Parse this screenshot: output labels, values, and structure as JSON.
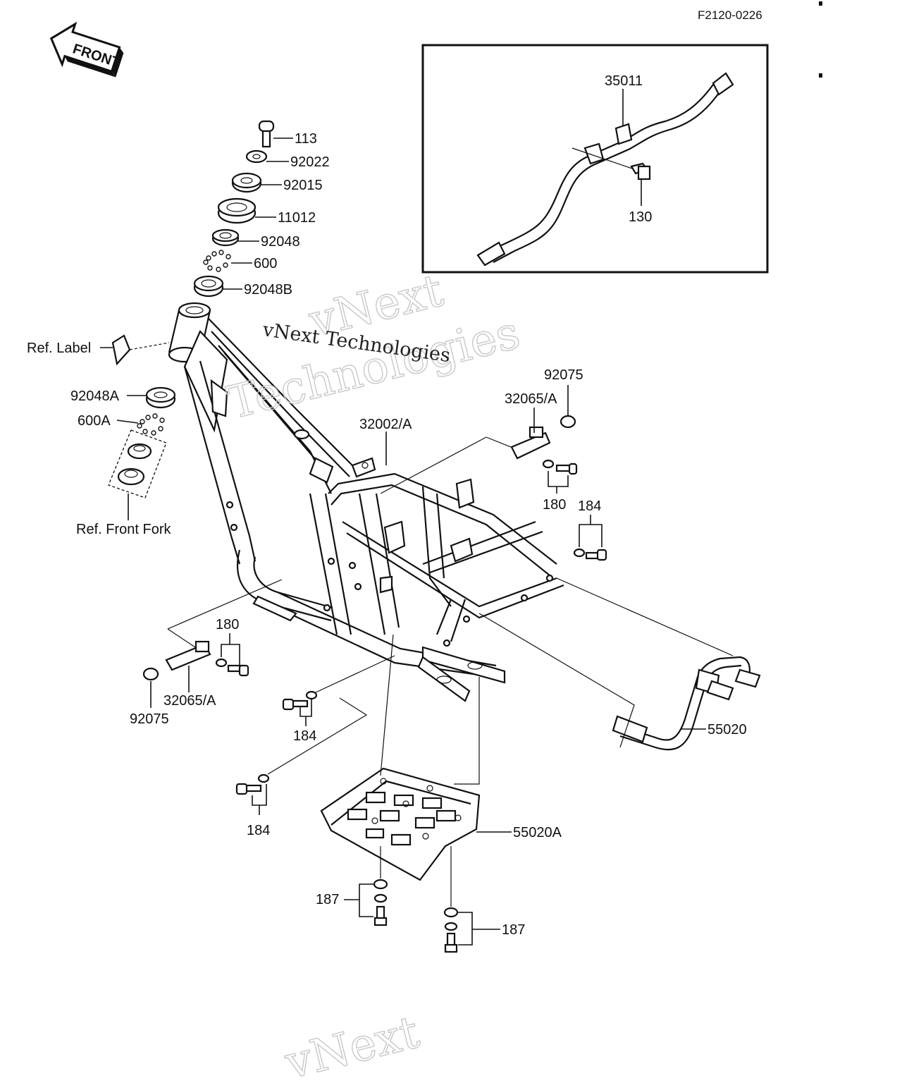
{
  "drawing_code": "F2120-0226",
  "front_arrow": {
    "label": "FRONT",
    "icon": "front-arrow-icon"
  },
  "watermark": {
    "line1": "vNext",
    "line2": "Technologies",
    "overlay": "vNext Technologies"
  },
  "callouts": {
    "p113": "113",
    "p92022": "92022",
    "p92015": "92015",
    "p11012": "11012",
    "p92048": "92048",
    "p600": "600",
    "p92048B": "92048B",
    "ref_label": "Ref. Label",
    "p92048A": "92048A",
    "p600A": "600A",
    "ref_front_fork": "Ref. Front Fork",
    "p35011": "35011",
    "p130": "130",
    "p92075_top": "92075",
    "p32065_top": "32065/A",
    "p32002": "32002/A",
    "p180_top": "180",
    "p184_right": "184",
    "p180_left": "180",
    "p32065_left": "32065/A",
    "p92075_left": "92075",
    "p184_mid": "184",
    "p184_low": "184",
    "p55020": "55020",
    "p55020A": "55020A",
    "p187_left": "187",
    "p187_right": "187"
  }
}
